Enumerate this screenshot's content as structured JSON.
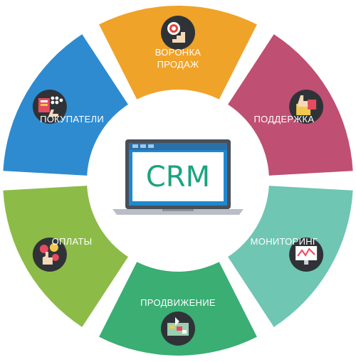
{
  "center": {
    "label": "CRM",
    "screen_color": "#1e88d0",
    "text_color": "#1aa37f"
  },
  "segments": [
    {
      "id": "funnel",
      "lines": [
        "ВОРОНКА",
        "ПРОДАЖ"
      ],
      "color": "#f0a329",
      "icon": "target-funnel-icon"
    },
    {
      "id": "support",
      "lines": [
        "ПОДДЕРЖКА"
      ],
      "color": "#bf4f73",
      "icon": "support-thumbs-up-icon"
    },
    {
      "id": "monitoring",
      "lines": [
        "МОНИТОРИНГ"
      ],
      "color": "#6fc6b2",
      "icon": "monitoring-chart-icon"
    },
    {
      "id": "promotion",
      "lines": [
        "ПРОДВИЖЕНИЕ"
      ],
      "color": "#3aae73",
      "icon": "promotion-map-icon"
    },
    {
      "id": "payments",
      "lines": [
        "ОПЛАТЫ"
      ],
      "color": "#8dbb48",
      "icon": "payments-coins-icon"
    },
    {
      "id": "customers",
      "lines": [
        "ПОКУПАТЕЛИ"
      ],
      "color": "#2e8bd0",
      "icon": "customers-cards-icon"
    }
  ]
}
